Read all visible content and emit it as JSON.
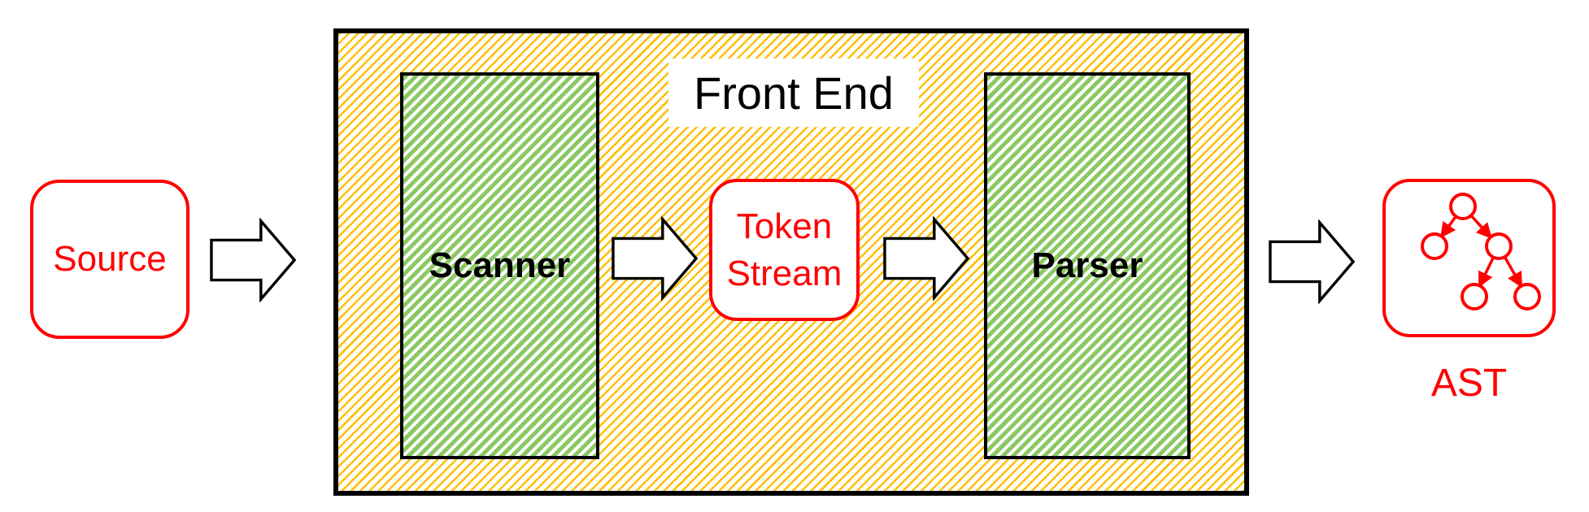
{
  "diagram": {
    "type": "flowchart",
    "flow_sequence": [
      "Source",
      "Scanner",
      "Token Stream",
      "Parser",
      "AST"
    ],
    "container": {
      "label": "Front End",
      "contains": [
        "Scanner",
        "Token Stream",
        "Parser"
      ]
    },
    "nodes": {
      "source": {
        "label": "Source"
      },
      "scanner": {
        "label": "Scanner"
      },
      "token_stream": {
        "label": "Token Stream"
      },
      "parser": {
        "label": "Parser"
      },
      "ast": {
        "label": "AST"
      }
    },
    "icons": {
      "flow_arrow": "right-block-arrow",
      "ast_tree": "binary-tree-5-nodes"
    }
  },
  "colors": {
    "red": "#ff0000",
    "black": "#000000",
    "orange": "#ffc000",
    "green": "#8bc862",
    "white": "#ffffff"
  }
}
